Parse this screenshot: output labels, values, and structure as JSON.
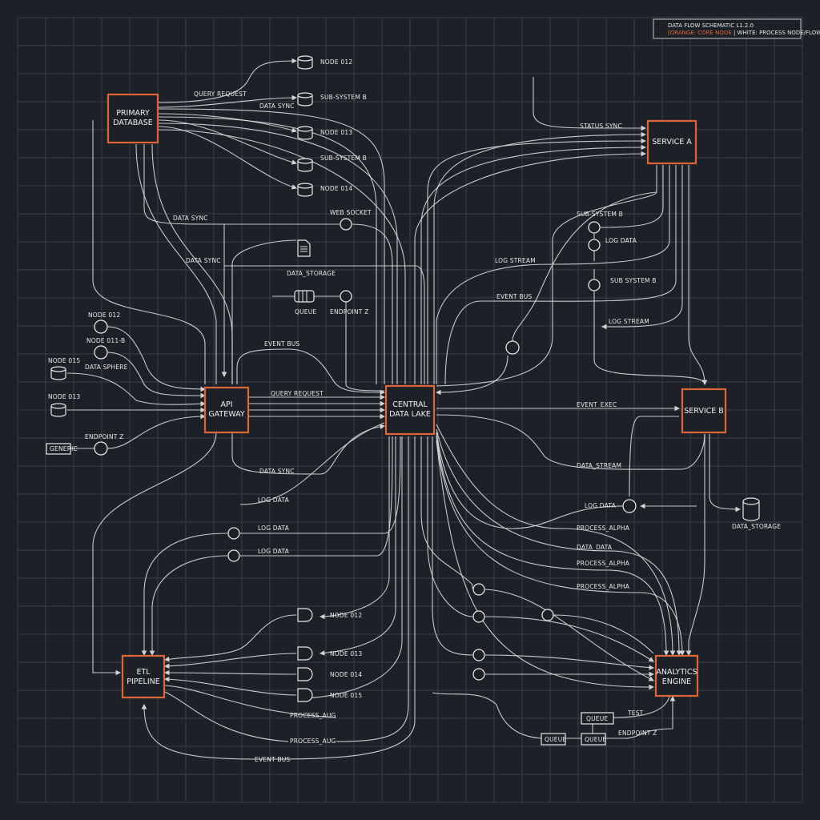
{
  "legend": {
    "title": "DATA FLOW SCHEMATIC L1.2.0",
    "orange_text": "[ORANGE: CORE NODE",
    "white_text": " | WHITE: PROCESS NODE/FLOW]"
  },
  "colors": {
    "background": "#1c2127",
    "grid": "#3a4048",
    "core_node": "#e0643a",
    "flow": "#d9dcdf"
  },
  "core_nodes": {
    "primary_database": [
      "PRIMARY",
      "DATABASE"
    ],
    "api_gateway": [
      "API",
      "GATEWAY"
    ],
    "central_data_lake": [
      "CENTRAL",
      "DATA LAKE"
    ],
    "service_a": [
      "SERVICE A"
    ],
    "service_b": [
      "SERVICE B"
    ],
    "etl_pipeline": [
      "ETL",
      "PIPELINE"
    ],
    "analytics_engine": [
      "ANALYTICS",
      "ENGINE"
    ]
  },
  "labels": {
    "node_012_top": "NODE 012",
    "query_request_top": "QUERY REQUEST",
    "sub_system_b_1": "SUB-SYSTEM B",
    "data_sync_top": "DATA SYNC",
    "node_013_top": "NODE 013",
    "sub_system_b_2": "SUB-SYSTEM B",
    "node_014_top": "NODE 014",
    "data_sync_mid": "DATA SYNC",
    "web_socket": "WEB SOCKET",
    "data_sync_low": "DATA SYNC",
    "data_storage_mid": "DATA_STORAGE",
    "queue_mid": "QUEUE",
    "endpoint_z_mid": "ENDPOINT Z",
    "event_bus_mid": "EVENT BUS",
    "node_012_left": "NODE 012",
    "node_011_b": "NODE 011-B",
    "node_015_left": "NODE 015",
    "data_sphere": "DATA SPHERE",
    "node_013_left": "NODE 013",
    "endpoint_z_left": "ENDPOINT Z",
    "generic": "GENERIC",
    "query_request_mid": "QUERY REQUEST",
    "data_sync_bottom": "DATA SYNC",
    "log_data_1": "LOG DATA",
    "log_data_2": "LOG DATA",
    "log_data_3": "LOG DATA",
    "node_012_low": "NODE 012",
    "node_013_low": "NODE 013",
    "node_014_low": "NODE 014",
    "node_015_low": "NODE 015",
    "process_aug_1": "PROCESS_AUG",
    "process_aug_2": "PROCESS_AUG",
    "event_bus_bottom": "EVENT BUS",
    "status_sync": "STATUS SYNC",
    "sub_system_b_right": "SUB-SYSTEM B",
    "log_data_right": "LOG DATA",
    "log_stream_1": "LOG STREAM",
    "sub_system_b_right2": "SUB SYSTEM B",
    "event_bus_right": "EVENT BUS",
    "log_stream_2": "LOG STREAM",
    "event_exec": "EVENT_EXEC",
    "data_stream": "DATA_STREAM",
    "log_data_right2": "LOG DATA -",
    "data_storage_right": "DATA_STORAGE",
    "process_alpha_1": "PROCESS_ALPHA",
    "data_data": "DATA_DATA",
    "process_alpha_2": "PROCESS_ALPHA",
    "process_alpha_3": "PROCESS_ALPHA",
    "queue_br_1": "QUEUE",
    "queue_br_2": "QUEUE",
    "queue_br_3": "QUEUE",
    "test": "TEST",
    "endpoint_z_right": "ENDPOINT Z"
  }
}
